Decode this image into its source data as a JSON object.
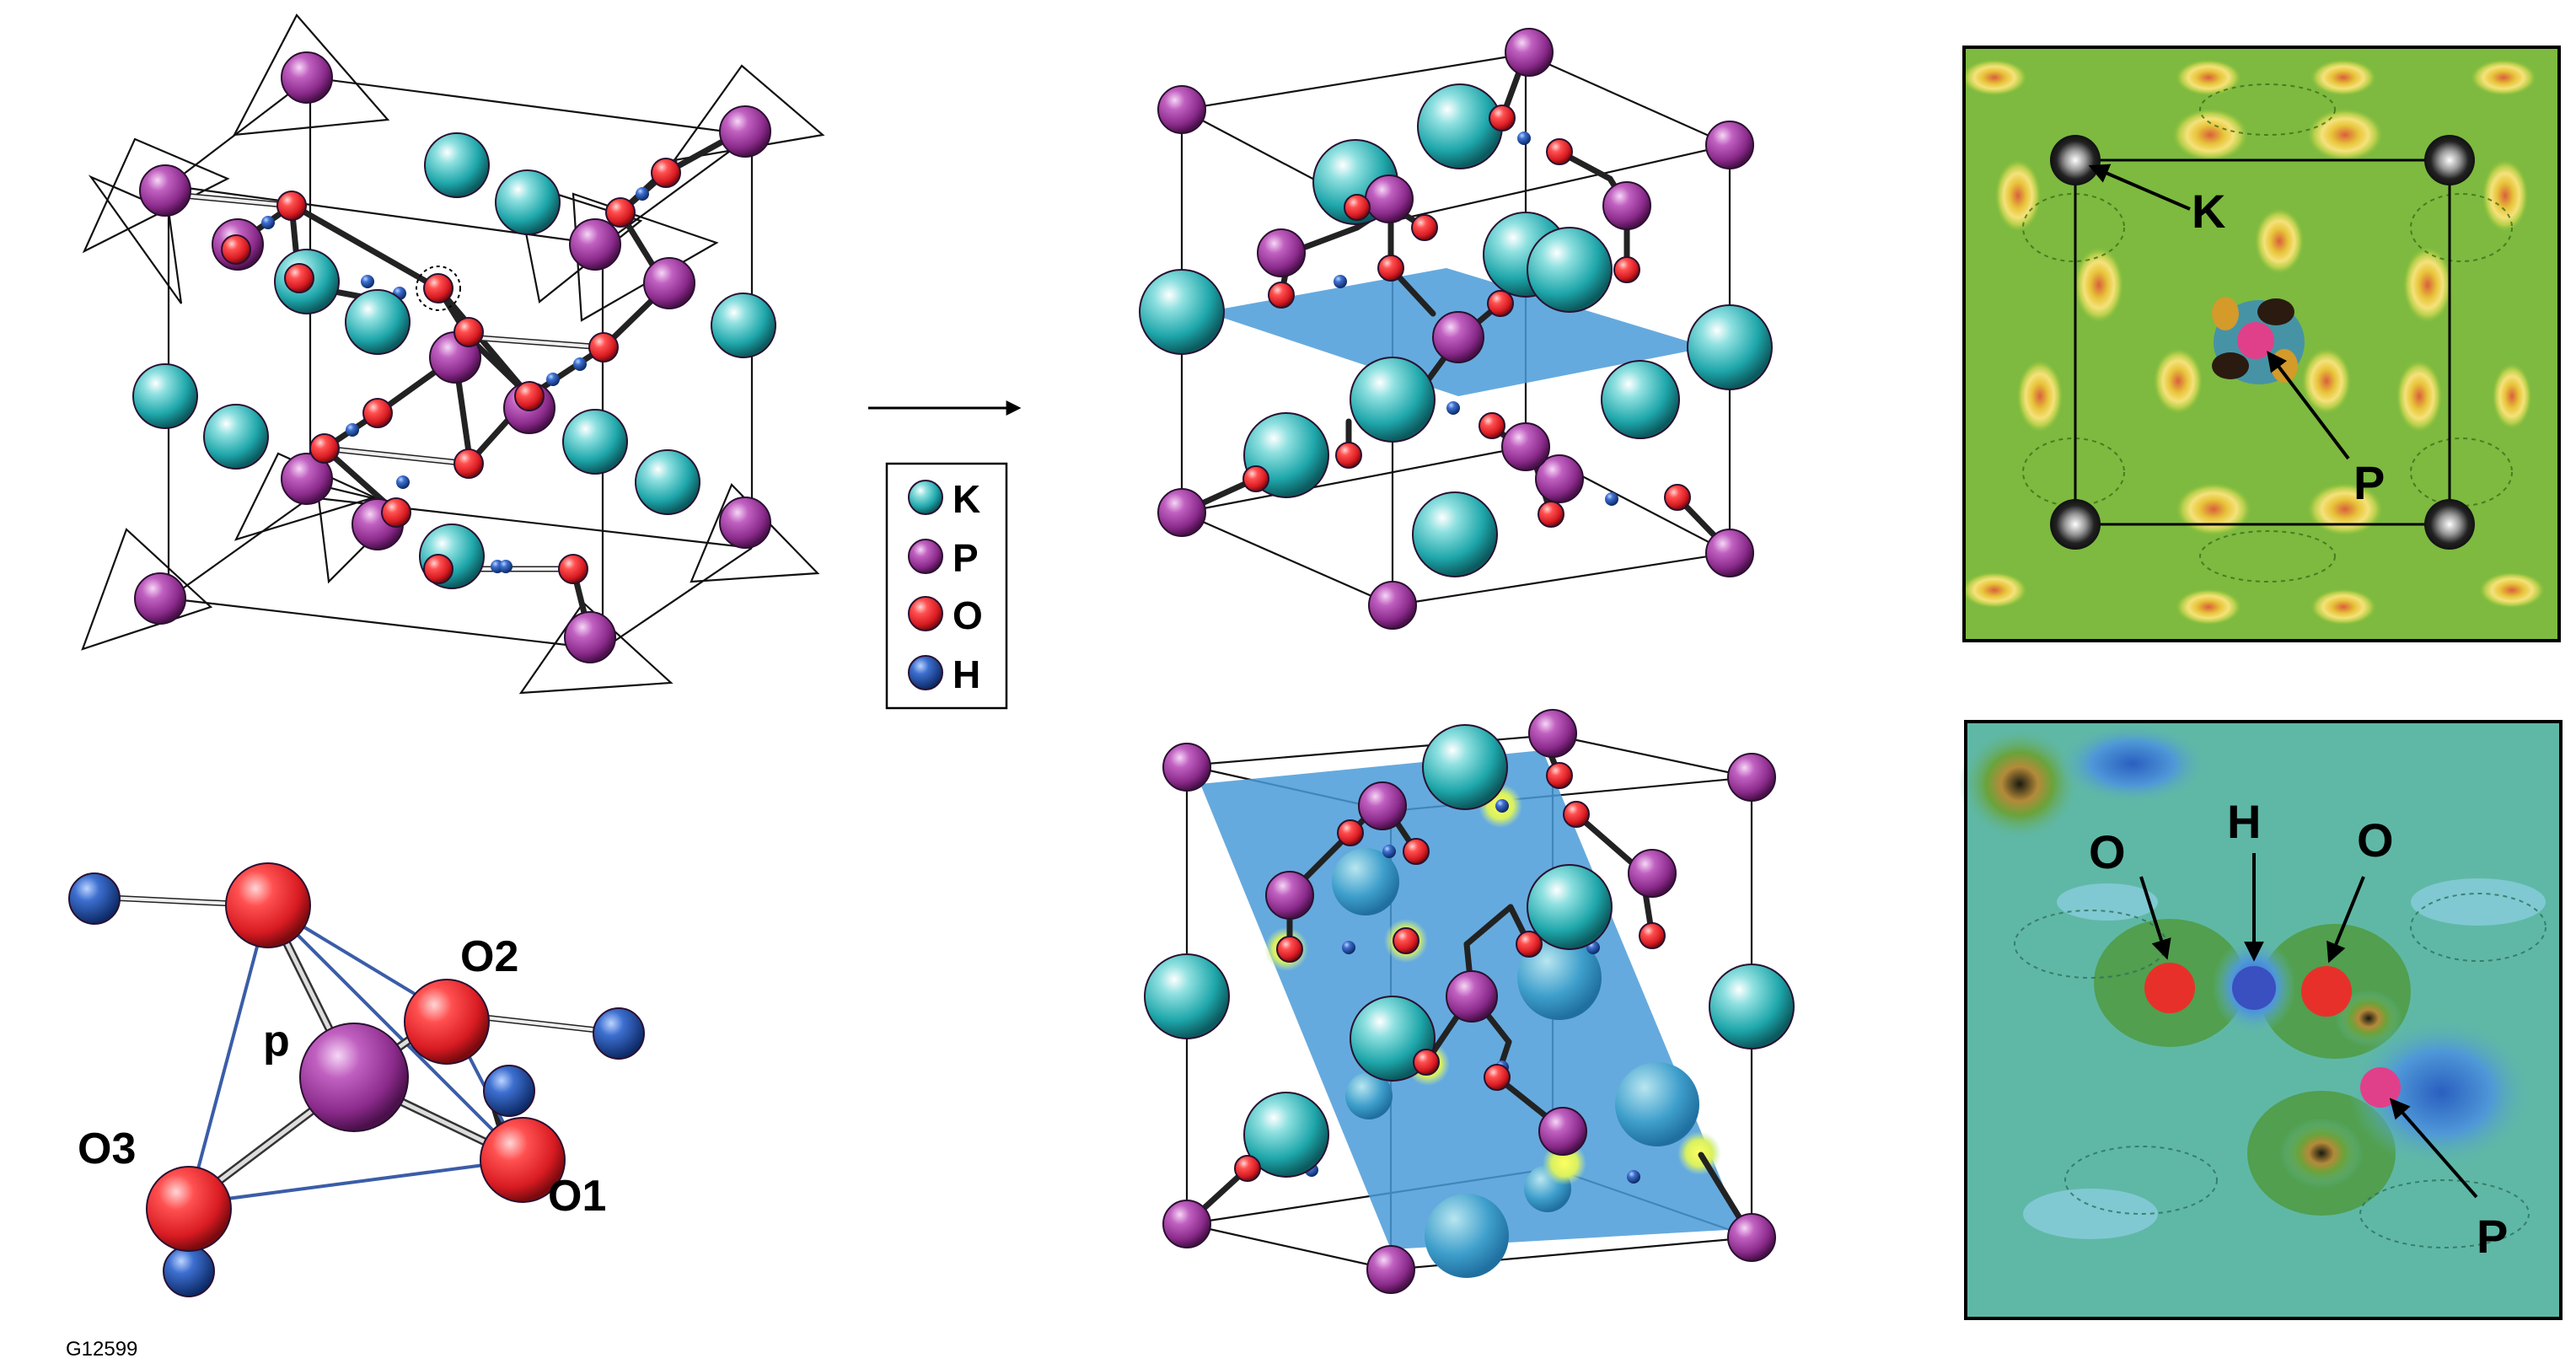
{
  "legend": {
    "items": [
      {
        "symbol": "K",
        "color": "#1ea6aa"
      },
      {
        "symbol": "P",
        "color": "#9a2e9a"
      },
      {
        "symbol": "O",
        "color": "#e3262d"
      },
      {
        "symbol": "H",
        "color": "#1c4fa3"
      }
    ]
  },
  "tetrahedron": {
    "labels": {
      "p": "p",
      "o1": "O1",
      "o2": "O2",
      "o3": "O3"
    }
  },
  "map_top": {
    "labels": {
      "k": "K",
      "p": "P"
    },
    "background": "#7dba3f"
  },
  "map_bottom": {
    "labels": {
      "o_left": "O",
      "h": "H",
      "o_right": "O",
      "p": "P"
    },
    "background": "#5fb8a6"
  },
  "figure_id": "G12599"
}
